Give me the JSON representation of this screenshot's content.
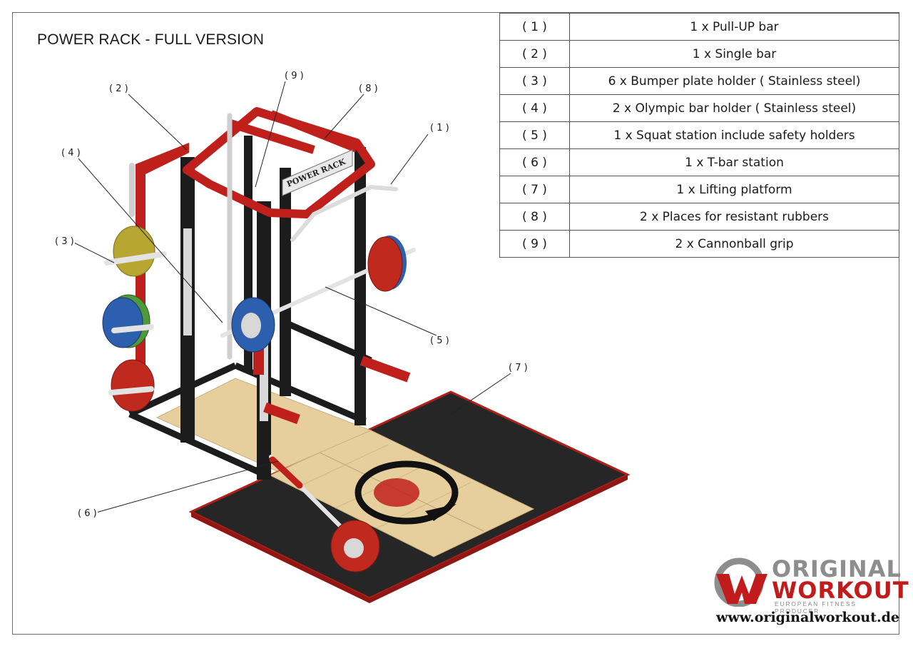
{
  "title": "POWER RACK - FULL VERSION",
  "parts": [
    {
      "num": "( 1 )",
      "label": "1 x Pull-UP bar"
    },
    {
      "num": "( 2 )",
      "label": "1 x Single bar"
    },
    {
      "num": "( 3 )",
      "label": "6 x Bumper plate holder ( Stainless steel)"
    },
    {
      "num": "( 4 )",
      "label": "2 x Olympic bar holder ( Stainless steel)"
    },
    {
      "num": "( 5 )",
      "label": "1 x Squat station include safety holders"
    },
    {
      "num": "( 6 )",
      "label": "1 x T-bar station"
    },
    {
      "num": "( 7 )",
      "label": "1 x Lifting platform"
    },
    {
      "num": "( 8 )",
      "label": "2 x Places for resistant rubbers"
    },
    {
      "num": "( 9 )",
      "label": "2 x Cannonball grip"
    }
  ],
  "callouts": {
    "c1": "( 1 )",
    "c2": "( 2 )",
    "c3": "( 3 )",
    "c4": "( 4 )",
    "c5": "( 5 )",
    "c6": "( 6 )",
    "c7": "( 7 )",
    "c8": "( 8 )",
    "c9": "( 9 )"
  },
  "rack_sign": "POWER RACK",
  "logo": {
    "line1": "ORIGINAL",
    "line2": "WORKOUT",
    "tagline": "EUROPEAN FITNESS PRODUCER",
    "url": "www.originalworkout.de"
  },
  "colors": {
    "frame_red": "#c0201c",
    "steel_black": "#1c1c1c",
    "wood": "#e6cf9d",
    "rubber_mat": "#262626",
    "plate_blue": "#2c5fae",
    "plate_green": "#4e9a3a",
    "plate_yellow": "#b7a631",
    "plate_red": "#c0291e"
  }
}
